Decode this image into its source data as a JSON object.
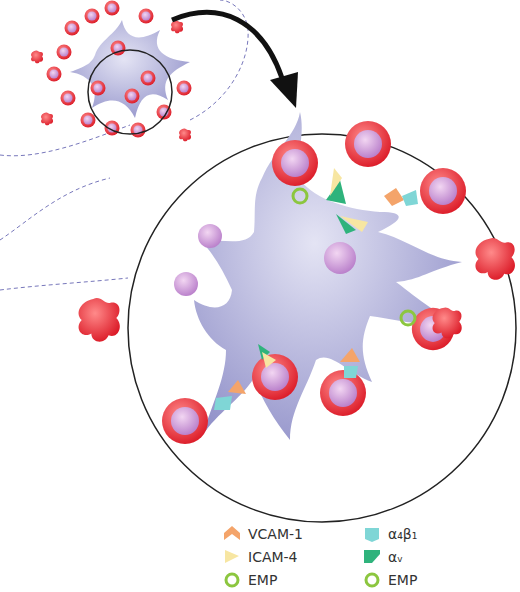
{
  "diagram": {
    "legend": [
      {
        "text": "VCAM-1"
      },
      {
        "text": "α₄β₁"
      },
      {
        "text": "ICAM-4"
      },
      {
        "text": "αᵥ"
      },
      {
        "text": "EMP"
      },
      {
        "text": "EMP"
      }
    ]
  }
}
